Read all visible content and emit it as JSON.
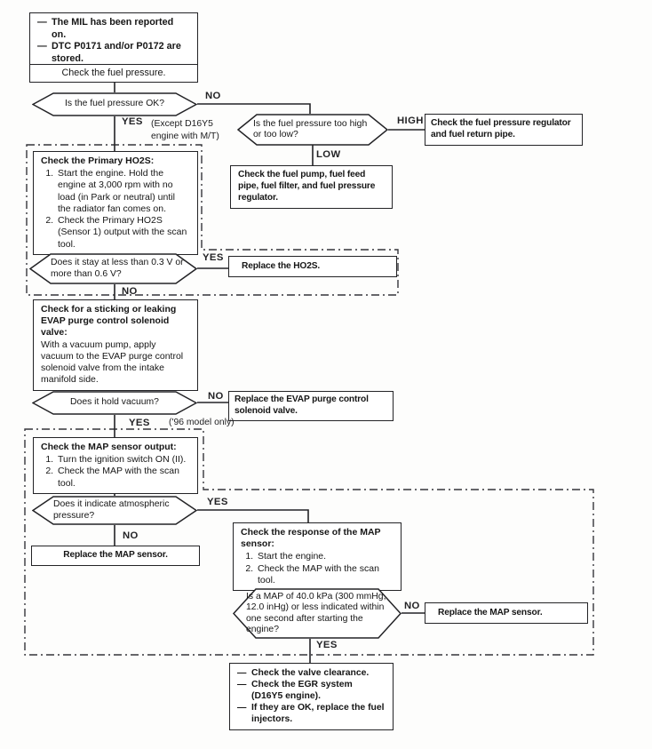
{
  "document": {
    "kind": "Fuel and Emissions troubleshooting flowchart",
    "dash": "—"
  },
  "labels": {
    "yes": "YES",
    "no": "NO",
    "high": "HIGH",
    "low": "LOW",
    "except_note": "(Except D16Y5 engine with M/T)",
    "model_note": "('96 model only)"
  },
  "nodes": {
    "start": {
      "items": [
        "The MIL has been reported on.",
        "DTC P0171 and/or P0172 are stored."
      ]
    },
    "check_fuel_pressure": {
      "text": "Check the fuel pressure."
    },
    "q_fuel_ok": {
      "text": "Is the fuel pressure OK?"
    },
    "q_high_low": {
      "text": "Is the fuel pressure too high or too low?"
    },
    "check_regulator": {
      "text": "Check the fuel pressure regulator and fuel return pipe."
    },
    "check_pump": {
      "text": "Check the fuel pump, fuel feed pipe, fuel filter, and fuel pressure regulator."
    },
    "check_ho2s": {
      "title": "Check the Primary HO2S:",
      "steps": [
        "Start the engine. Hold the engine at 3,000 rpm with no load (in Park or neutral) until the radiator fan comes on.",
        "Check the Primary HO2S (Sensor 1) output with the scan tool."
      ]
    },
    "q_voltage": {
      "text": "Does it stay at less than 0.3 V or more than 0.6 V?"
    },
    "replace_ho2s": {
      "text": "Replace the HO2S."
    },
    "check_evap": {
      "title": "Check for a sticking or leaking EVAP purge control solenoid valve:",
      "body": "With a vacuum pump, apply vacuum to the EVAP purge control solenoid valve from the intake manifold side."
    },
    "q_vacuum": {
      "text": "Does it hold vacuum?"
    },
    "replace_evap": {
      "text": "Replace the EVAP purge control solenoid valve."
    },
    "check_map_output": {
      "title": "Check the MAP sensor output:",
      "steps": [
        "Turn the ignition switch ON (II).",
        "Check the MAP with the scan tool."
      ]
    },
    "q_atmospheric": {
      "text": "Does it indicate atmospheric pressure?"
    },
    "replace_map_1": {
      "text": "Replace the MAP sensor."
    },
    "check_map_response": {
      "title": "Check the response of the MAP sensor:",
      "steps": [
        "Start the engine.",
        "Check the MAP with the scan tool."
      ]
    },
    "q_map_value": {
      "text": "Is a MAP of 40.0 kPa (300 mmHg, 12.0 inHg) or less indicated within one second after starting the engine?"
    },
    "replace_map_2": {
      "text": "Replace the MAP sensor."
    },
    "final": {
      "items": [
        "Check the valve clearance.",
        "Check the EGR system (D16Y5 engine).",
        "If they are OK, replace the fuel injectors."
      ]
    }
  },
  "colors": {
    "line": "#232326",
    "background": "#fdfdfc",
    "box_fill": "#ffffff"
  }
}
